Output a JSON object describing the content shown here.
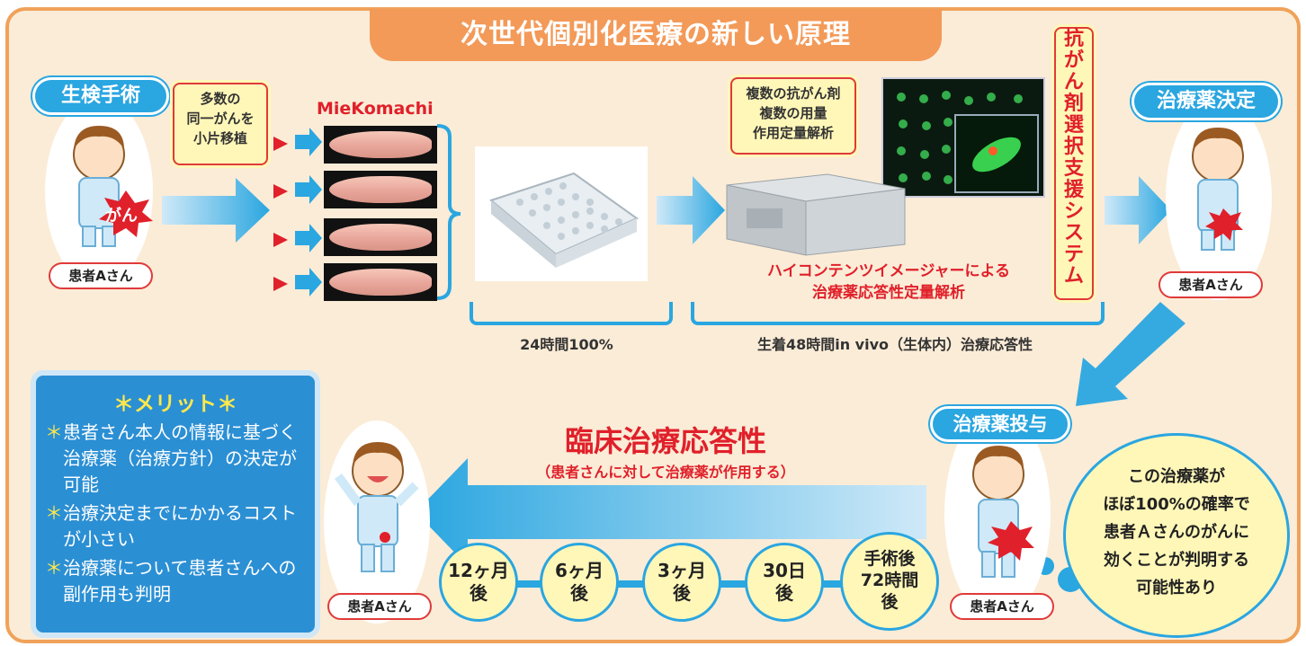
{
  "title": "次世代個別化医療の新しい原理",
  "left": {
    "pill": "生検手術",
    "box_lines": [
      "多数の",
      "同一がんを",
      "小片移植"
    ],
    "cancer": "がん",
    "patient": "患者Aさん",
    "fish_label": "MieKomachi"
  },
  "analysis_box": [
    "複数の抗がん剤",
    "複数の用量",
    "作用定量解析"
  ],
  "imager_text": [
    "ハイコンテンツイメージャーによる",
    "治療薬応答性定量解析"
  ],
  "vertical_label": "抗がん剤選択支援システム",
  "brackets": {
    "left": "24時間100%",
    "right": "生着48時間in vivo（生体内）治療応答性"
  },
  "right_top": {
    "pill": "治療薬決定",
    "patient": "患者Aさん"
  },
  "right_bottom": {
    "pill": "治療薬投与",
    "patient": "患者Aさん"
  },
  "center": {
    "heading": "臨床治療応答性",
    "sub": "（患者さんに対して治療薬が作用する）"
  },
  "bottom_left_patient": "患者Aさん",
  "timeline": [
    [
      "12ヶ月",
      "後"
    ],
    [
      "6ヶ月",
      "後"
    ],
    [
      "3ヶ月",
      "後"
    ],
    [
      "30日",
      "後"
    ],
    [
      "手術後",
      "72時間",
      "後"
    ]
  ],
  "merit": {
    "heading": "＊メリット＊",
    "items": [
      "患者さん本人の情報に基づく治療薬（治療方針）の決定が可能",
      "治療決定までにかかるコストが小さい",
      "治療薬について患者さんへの副作用も判明"
    ]
  },
  "speech": [
    "この治療薬が",
    "ほぼ100%の確率で",
    "患者Ａさんのがんに",
    "効くことが判明する",
    "可能性あり"
  ],
  "colors": {
    "accent": "#2aa6e0",
    "frame": "#f0a25a",
    "title": "#f39a59",
    "red": "#e03a3a",
    "yellow": "#fff7b8"
  }
}
